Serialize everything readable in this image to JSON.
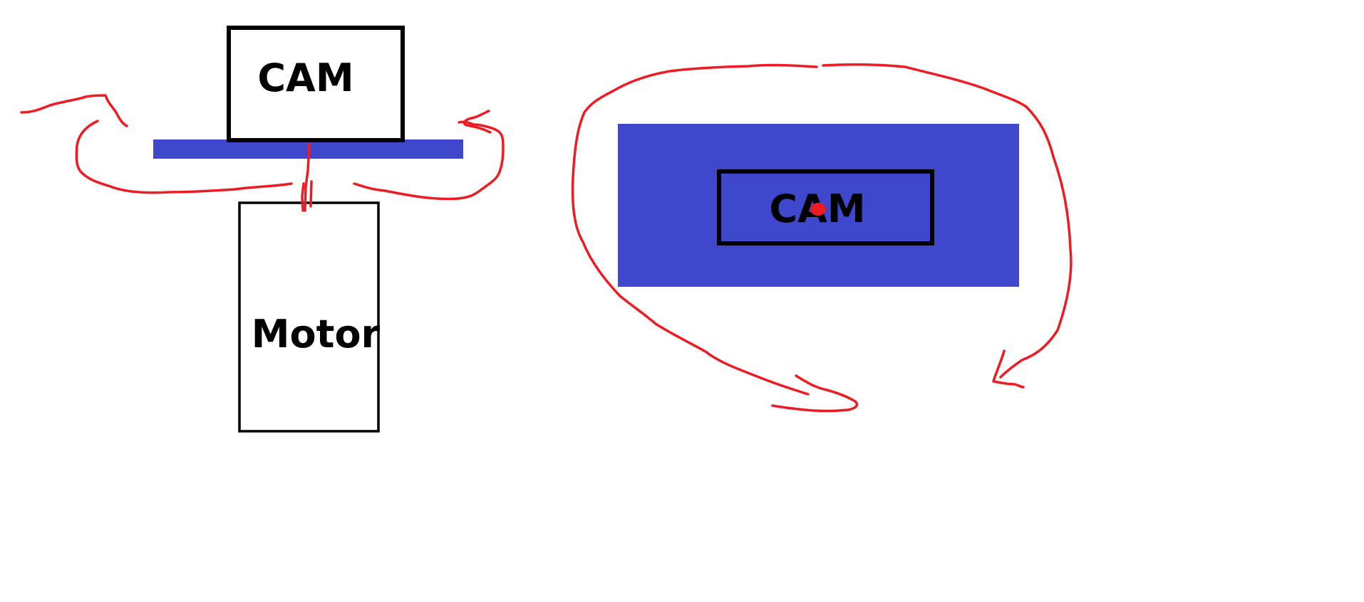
{
  "colors": {
    "background": "#ffffff",
    "plate": "#3f48cc",
    "outline": "#000000",
    "annotation": "#ed1c24"
  },
  "side_view": {
    "cam_label": "CAM",
    "motor_label": "Motor"
  },
  "top_view": {
    "cam_label": "CAM"
  }
}
